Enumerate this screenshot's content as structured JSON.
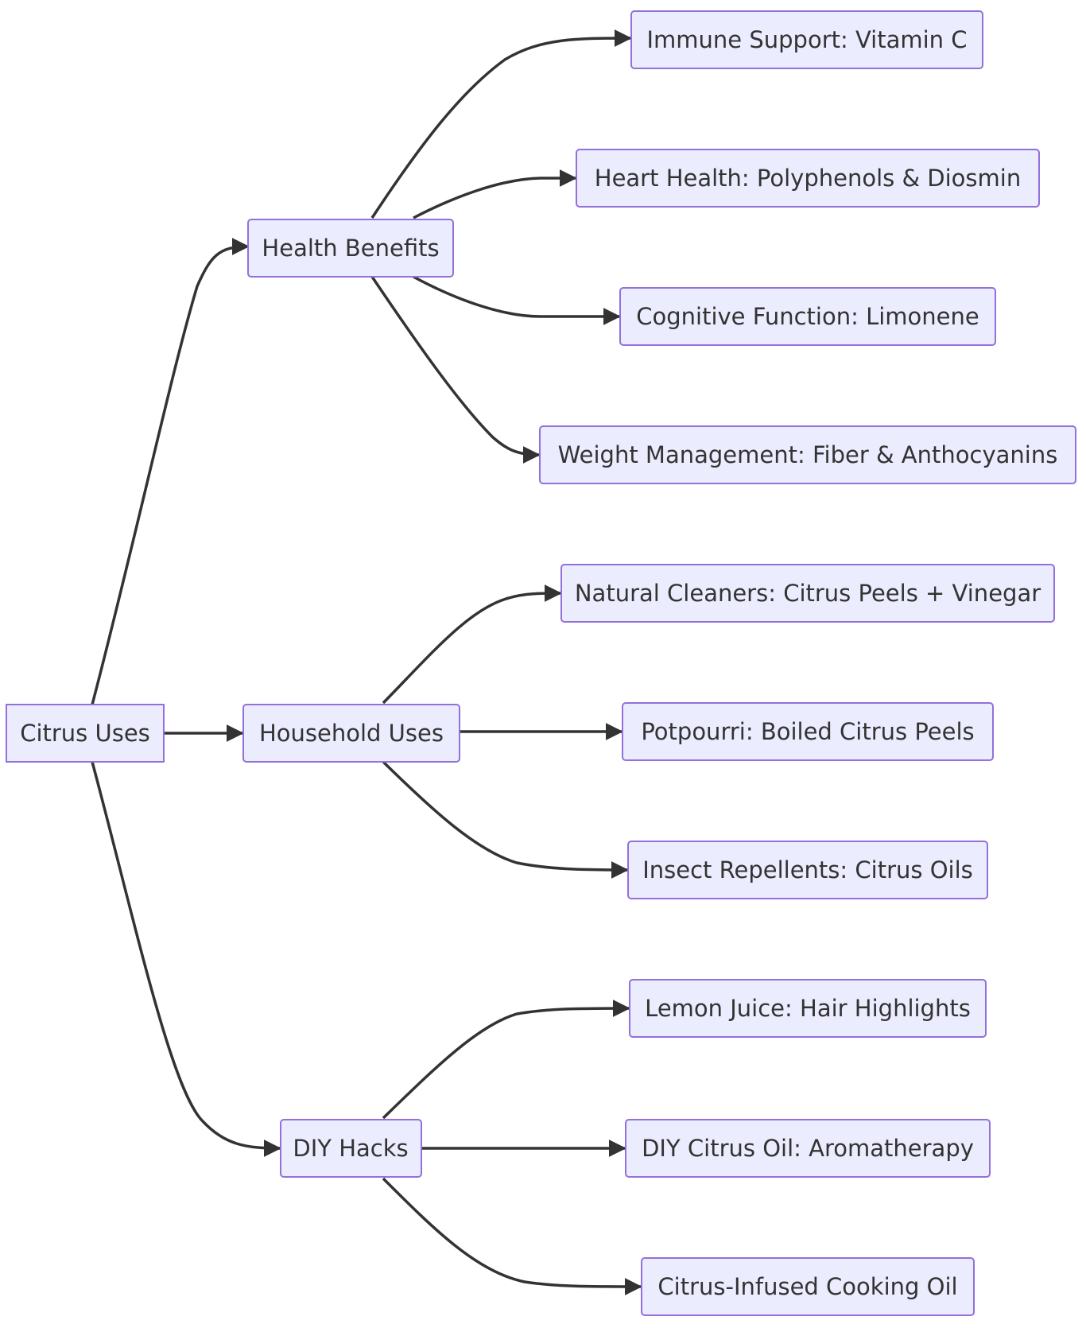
{
  "diagram": {
    "nodes": {
      "root": "Citrus Uses",
      "health": "Health Benefits",
      "household": "Household Uses",
      "diy": "DIY Hacks",
      "immune": "Immune Support: Vitamin C",
      "heart": "Heart Health: Polyphenols & Diosmin",
      "cognitive": "Cognitive Function: Limonene",
      "weight": "Weight Management: Fiber & Anthocyanins",
      "cleaners": "Natural Cleaners: Citrus Peels + Vinegar",
      "potpourri": "Potpourri: Boiled Citrus Peels",
      "insect": "Insect Repellents: Citrus Oils",
      "lemon": "Lemon Juice: Hair Highlights",
      "diyoil": "DIY Citrus Oil: Aromatherapy",
      "cooking": "Citrus-Infused Cooking Oil"
    },
    "edges": [
      {
        "from": "root",
        "to": "health"
      },
      {
        "from": "root",
        "to": "household"
      },
      {
        "from": "root",
        "to": "diy"
      },
      {
        "from": "health",
        "to": "immune"
      },
      {
        "from": "health",
        "to": "heart"
      },
      {
        "from": "health",
        "to": "cognitive"
      },
      {
        "from": "health",
        "to": "weight"
      },
      {
        "from": "household",
        "to": "cleaners"
      },
      {
        "from": "household",
        "to": "potpourri"
      },
      {
        "from": "household",
        "to": "insect"
      },
      {
        "from": "diy",
        "to": "lemon"
      },
      {
        "from": "diy",
        "to": "diyoil"
      },
      {
        "from": "diy",
        "to": "cooking"
      }
    ]
  }
}
